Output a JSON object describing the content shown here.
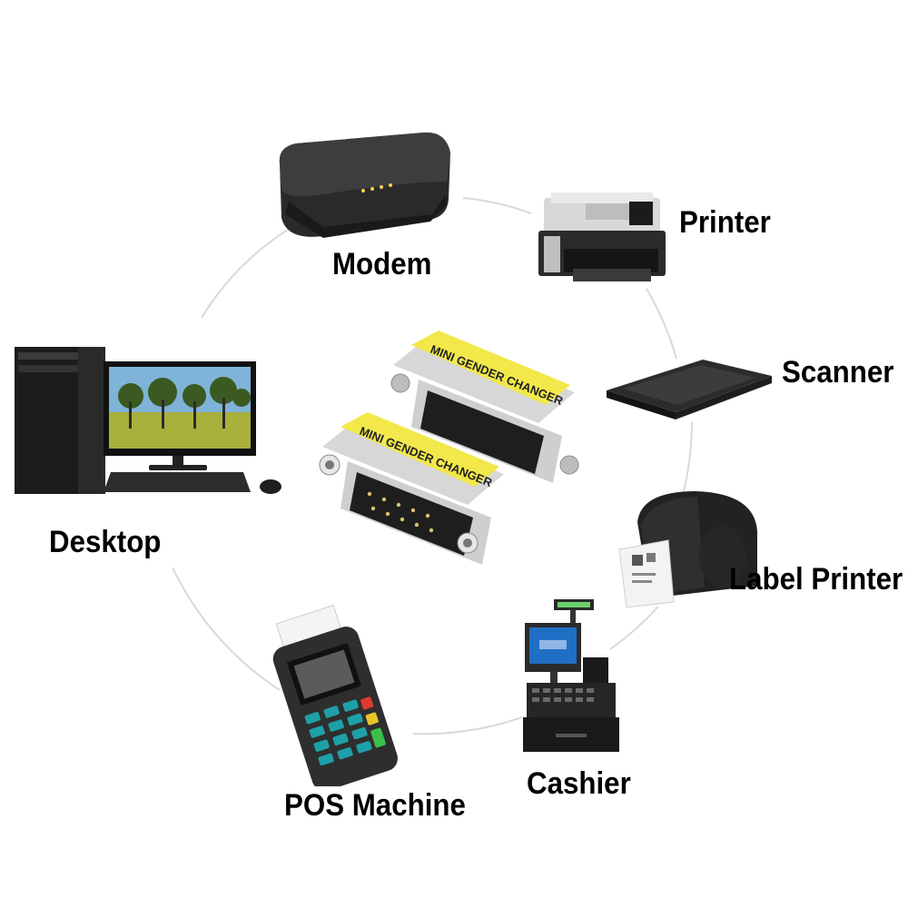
{
  "devices": {
    "modem": "Modem",
    "printer": "Printer",
    "scanner": "Scanner",
    "label_printer": "Label Printer",
    "cashier": "Cashier",
    "pos_machine": "POS Machine",
    "desktop": "Desktop"
  },
  "adapter": {
    "band_text_1": "MINI GENDER CHANGER",
    "band_text_2": "MINI GENDER CHANGER",
    "band_color": "#f2e84a"
  },
  "colors": {
    "connector_line": "#d9d9d9",
    "label": "#000000"
  }
}
